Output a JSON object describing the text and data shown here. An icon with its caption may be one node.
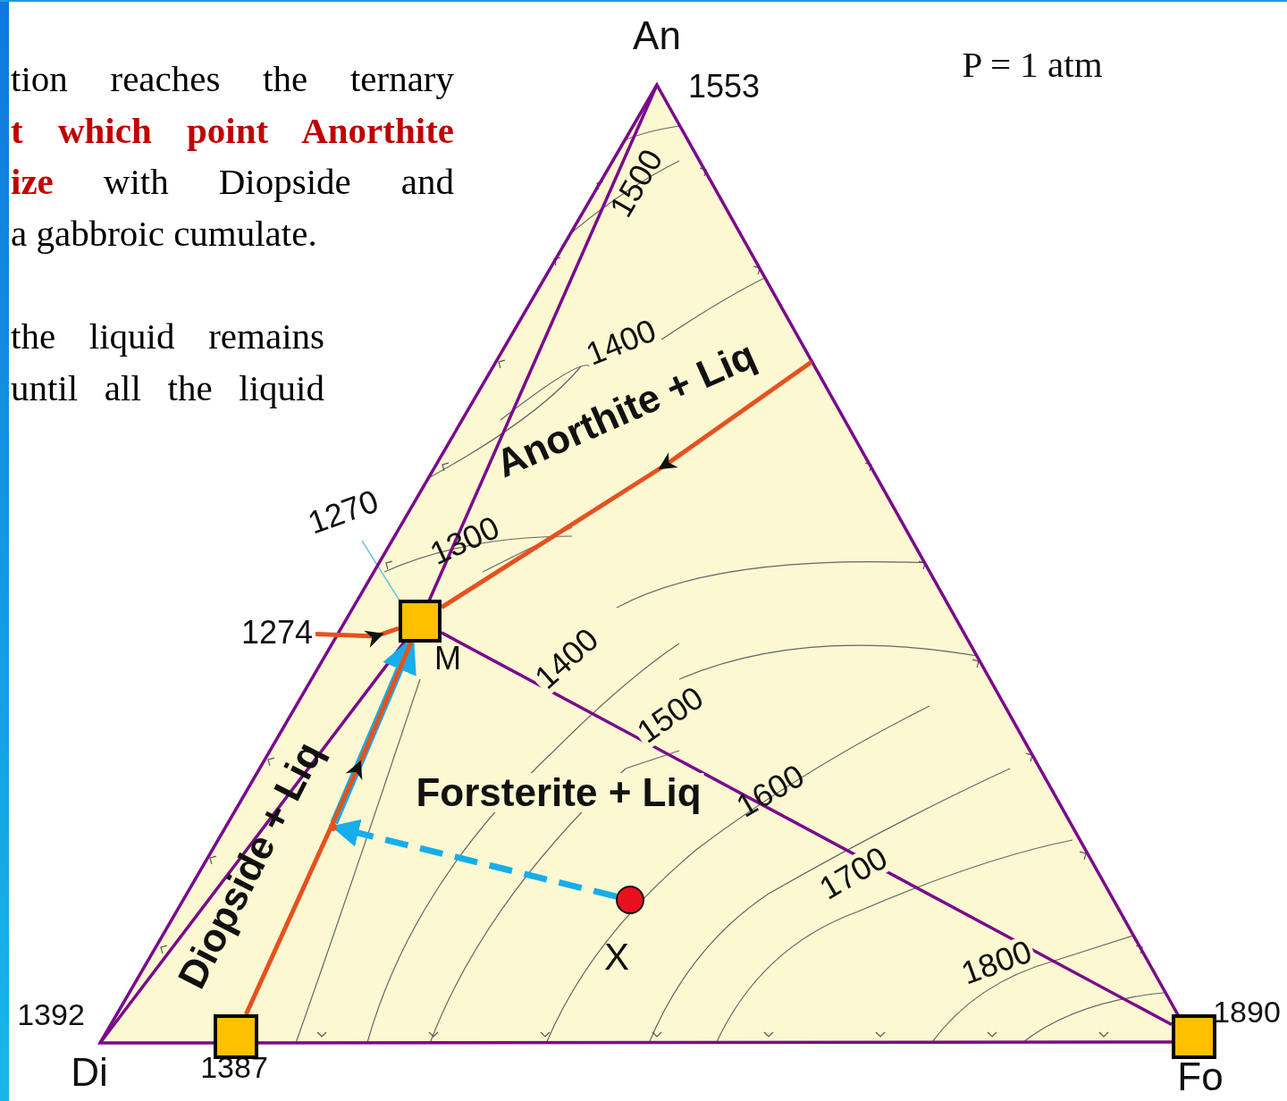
{
  "diagram": {
    "nodes": [
      {
        "text": [],
        "shape": "circle",
        "beside": [
          "X"
        ]
      },
      {
        "text": [],
        "shape": "box",
        "beside": [
          "M"
        ]
      },
      {
        "text": [],
        "shape": "box"
      },
      {
        "text": [],
        "shape": "box"
      },
      {
        "text": [],
        "shape": "point"
      },
      {
        "text": [
          "1274"
        ]
      }
    ],
    "edges": [
      {
        "from": 0,
        "to": 4,
        "arrow": "to",
        "style": "dashed",
        "color": "#16aeea"
      },
      {
        "from": 4,
        "to": 1,
        "arrow": "to",
        "style": "thick",
        "color": "#16aeea"
      },
      {
        "from": 1,
        "to": 3,
        "arrow": "none",
        "color": "#7a0a8a"
      },
      {
        "from": 2,
        "to": 1,
        "arrow": "to",
        "color": "#e4521f"
      },
      {
        "from": null,
        "to": 1,
        "arrow": "to",
        "color": "#e4521f"
      },
      {
        "from": 5,
        "to": 1,
        "arrow": "to",
        "color": "#e4521f"
      }
    ],
    "labels": [
      "tion reaches the ternary **t which point Anorthite ize** with Diopside and a gabbroic cumulate.",
      "the liquid remains until all the liquid",
      "An",
      "1553",
      "P = 1 atm",
      "1500",
      "1400",
      "Anorthite + Liq",
      "1270",
      "1300",
      "1400",
      "1500",
      "Forsterite + Liq",
      "1600",
      "Diopside + Liq",
      "1700",
      "1800",
      "1392",
      "1890",
      "Di",
      "1387",
      "Fo"
    ]
  }
}
